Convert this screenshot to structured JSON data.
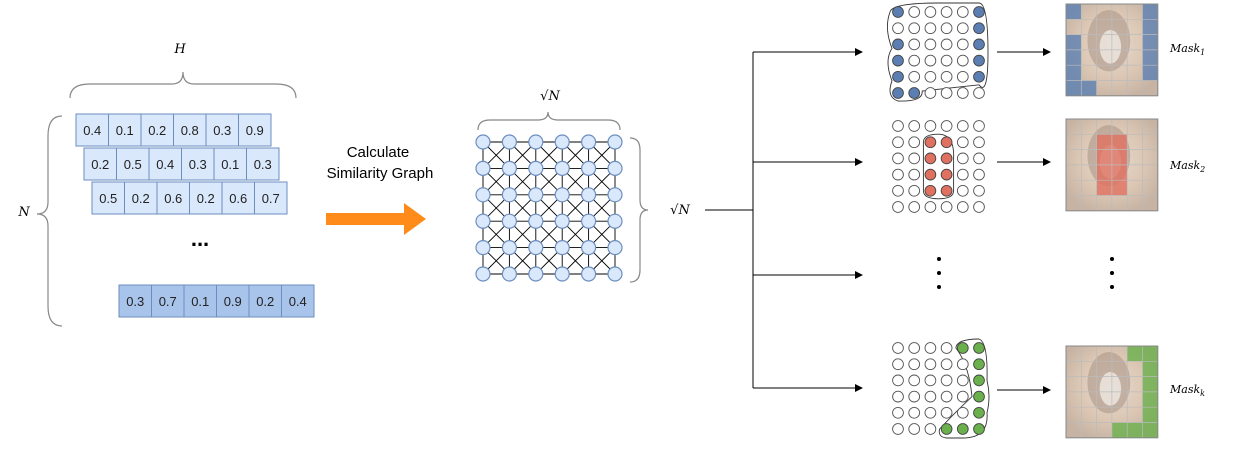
{
  "labels": {
    "h": "H",
    "n": "N",
    "sqrt_n_top": "√N",
    "sqrt_n_side": "√N",
    "calc_line1": "Calculate",
    "calc_line2": "Similarity Graph",
    "ellipsis": "...",
    "mask_base": "Mask",
    "mask_subs": [
      "1",
      "2",
      "k"
    ]
  },
  "vectors": [
    [
      "0.4",
      "0.1",
      "0.2",
      "0.8",
      "0.3",
      "0.9"
    ],
    [
      "0.2",
      "0.5",
      "0.4",
      "0.3",
      "0.1",
      "0.3"
    ],
    [
      "0.5",
      "0.2",
      "0.6",
      "0.2",
      "0.6",
      "0.7"
    ],
    [
      "0.3",
      "0.7",
      "0.1",
      "0.9",
      "0.2",
      "0.4"
    ]
  ],
  "colors": {
    "cell_fill": "#dae8fc",
    "cell_fill_last": "#a9c4eb",
    "cell_stroke": "#6c8ebf",
    "node_fill": "#dae8fc",
    "node_stroke": "#6c8ebf",
    "arrow_orange": "#ff8c1a",
    "mask1": "#5b7fb2",
    "mask2": "#e07060",
    "maskk": "#6ab04c"
  },
  "clusters": [
    {
      "name": "cluster-1",
      "color": "#5b7fb2",
      "nodes": [
        [
          0,
          0
        ],
        [
          0,
          5
        ],
        [
          1,
          5
        ],
        [
          2,
          0
        ],
        [
          2,
          5
        ],
        [
          3,
          0
        ],
        [
          3,
          5
        ],
        [
          4,
          0
        ],
        [
          4,
          5
        ],
        [
          5,
          0
        ],
        [
          5,
          1
        ]
      ]
    },
    {
      "name": "cluster-2",
      "color": "#e07060",
      "nodes": [
        [
          1,
          2
        ],
        [
          1,
          3
        ],
        [
          2,
          2
        ],
        [
          2,
          3
        ],
        [
          3,
          2
        ],
        [
          3,
          3
        ],
        [
          4,
          2
        ],
        [
          4,
          3
        ]
      ]
    },
    {
      "name": "cluster-k",
      "color": "#6ab04c",
      "nodes": [
        [
          0,
          4
        ],
        [
          0,
          5
        ],
        [
          1,
          5
        ],
        [
          2,
          5
        ],
        [
          3,
          5
        ],
        [
          4,
          5
        ],
        [
          5,
          3
        ],
        [
          5,
          4
        ],
        [
          5,
          5
        ]
      ]
    }
  ],
  "masks": [
    {
      "name": "mask-1",
      "color": "#5b7fb2",
      "cells": [
        [
          0,
          0
        ],
        [
          0,
          5
        ],
        [
          1,
          5
        ],
        [
          2,
          0
        ],
        [
          2,
          5
        ],
        [
          3,
          0
        ],
        [
          3,
          5
        ],
        [
          4,
          0
        ],
        [
          4,
          5
        ],
        [
          5,
          0
        ],
        [
          5,
          1
        ]
      ]
    },
    {
      "name": "mask-2",
      "color": "#e07060",
      "cells": [
        [
          1,
          2
        ],
        [
          1,
          3
        ],
        [
          2,
          2
        ],
        [
          2,
          3
        ],
        [
          3,
          2
        ],
        [
          3,
          3
        ],
        [
          4,
          2
        ],
        [
          4,
          3
        ]
      ]
    },
    {
      "name": "mask-k",
      "color": "#6ab04c",
      "cells": [
        [
          0,
          4
        ],
        [
          0,
          5
        ],
        [
          1,
          5
        ],
        [
          2,
          5
        ],
        [
          3,
          5
        ],
        [
          4,
          5
        ],
        [
          5,
          3
        ],
        [
          5,
          4
        ],
        [
          5,
          5
        ]
      ]
    }
  ]
}
